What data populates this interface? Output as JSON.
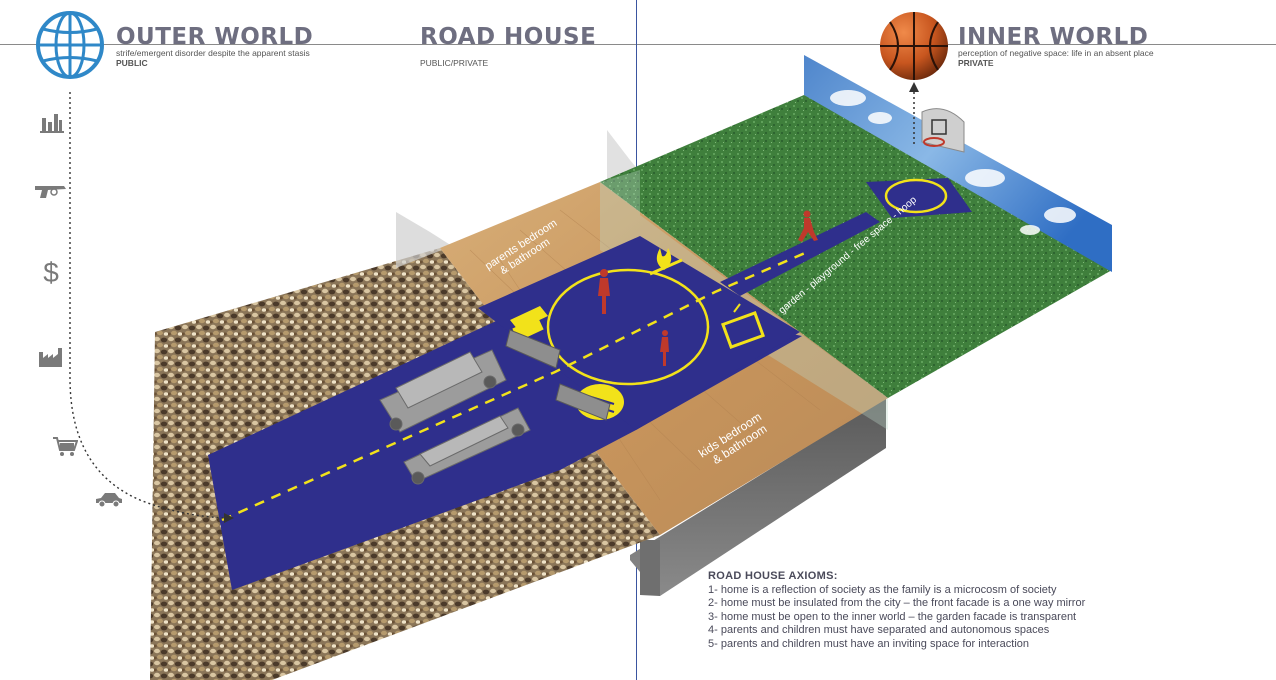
{
  "header": {
    "outer": {
      "title": "OUTER WORLD",
      "subtitle": "strife/emergent disorder despite the apparent stasis",
      "tag": "PUBLIC"
    },
    "road": {
      "title": "ROAD HOUSE",
      "tag": "PUBLIC/PRIVATE"
    },
    "inner": {
      "title": "INNER WORLD",
      "subtitle": "perception of negative space: life in an absent place",
      "tag": "PRIVATE"
    }
  },
  "labels": {
    "parents_room_line1": "parents bedroom",
    "parents_room_line2": "& bathroom",
    "kids_room_line1": "kids bedroom",
    "kids_room_line2": "& bathroom",
    "garden_path": "garden - playground - free space - hoop"
  },
  "outer_icons": [
    "industry-icon",
    "gun-icon",
    "dollar-icon",
    "factory-icon",
    "shopping-cart-icon",
    "car-icon",
    "briefcase-icon"
  ],
  "axioms": {
    "title": "ROAD HOUSE AXIOMS:",
    "items": [
      "1- home is a reflection of society as the family is a microcosm of society",
      "2- home must be insulated from the city – the front facade is a one way mirror",
      "3- home must be open to the inner world –  the garden facade is transparent",
      "4- parents and children must have separated and autonomous spaces",
      "5- parents and children must have an inviting space for interaction"
    ]
  },
  "colors": {
    "road": "#2f2f8c",
    "yellow": "#f2e21a",
    "grass": "#3f7f3c",
    "wood": "#c89a63",
    "gravel": "#8a7558",
    "sky": "#6f9fd6",
    "figure": "#c0392b"
  }
}
